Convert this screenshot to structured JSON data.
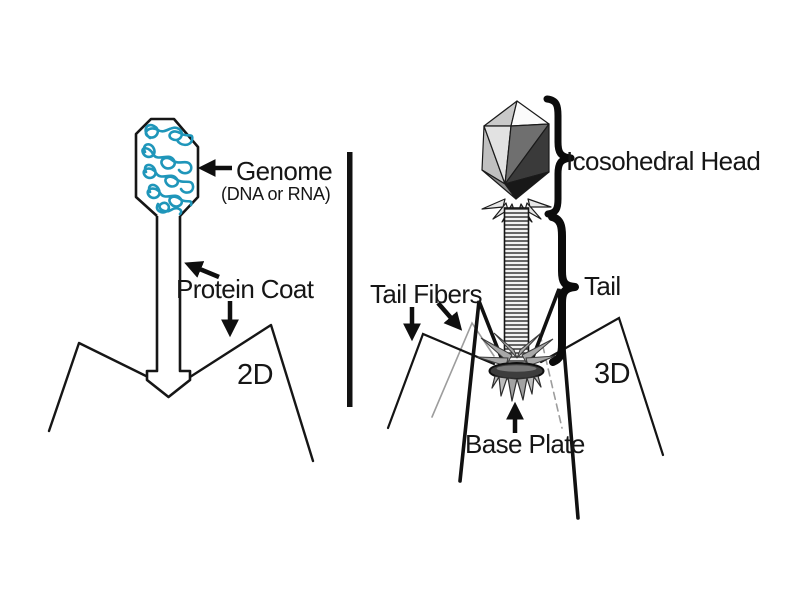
{
  "diagram": {
    "subject": "Bacteriophage virus structure, 2D and 3D views",
    "labels": {
      "genome": "Genome",
      "genome_sub": "(DNA or RNA)",
      "protein_coat": "Protein Coat",
      "view_2d": "2D",
      "tail_fibers": "Tail Fibers",
      "icosohedral_head": "Icosohedral Head",
      "tail": "Tail",
      "base_plate": "Base Plate",
      "view_3d": "3D"
    },
    "colors": {
      "genome": "#1f96ba",
      "ink": "#141414",
      "background": "#ffffff"
    }
  }
}
